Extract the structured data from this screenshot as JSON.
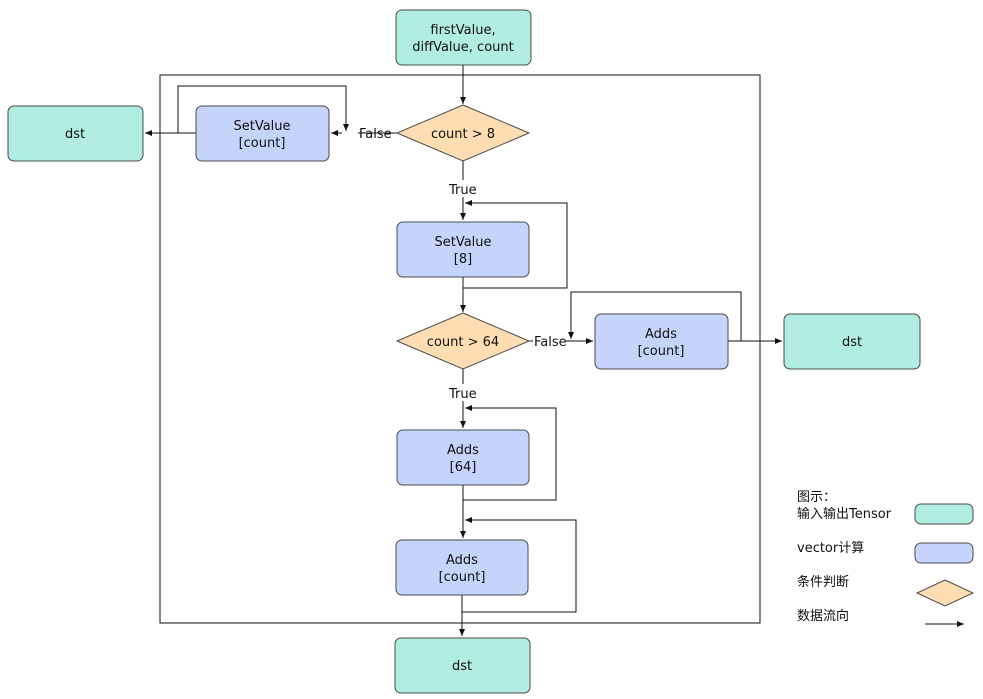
{
  "nodes": {
    "input": {
      "line1": "firstValue,",
      "line2": "diffValue, count"
    },
    "dst_left": {
      "label": "dst"
    },
    "setvalue_count": {
      "line1": "SetValue",
      "line2": "[count]"
    },
    "cond_count_gt_8": {
      "label": "count > 8"
    },
    "setvalue_8": {
      "line1": "SetValue",
      "line2": "[8]"
    },
    "cond_count_gt_64": {
      "label": "count > 64"
    },
    "adds_count_right": {
      "line1": "Adds",
      "line2": "[count]"
    },
    "dst_right": {
      "label": "dst"
    },
    "adds_64": {
      "line1": "Adds",
      "line2": "[64]"
    },
    "adds_count_bottom": {
      "line1": "Adds",
      "line2": "[count]"
    },
    "dst_bottom": {
      "label": "dst"
    }
  },
  "edges": {
    "false_1": "False",
    "true_1": "True",
    "false_2": "False",
    "true_2": "True"
  },
  "legend": {
    "title": "图示：",
    "tensor": "输入输出Tensor",
    "vector": "vector计算",
    "cond": "条件判断",
    "flow": "数据流向"
  },
  "colors": {
    "tensor": "#b1ede0",
    "vector": "#c4d4fa",
    "condition": "#fdddb1"
  }
}
